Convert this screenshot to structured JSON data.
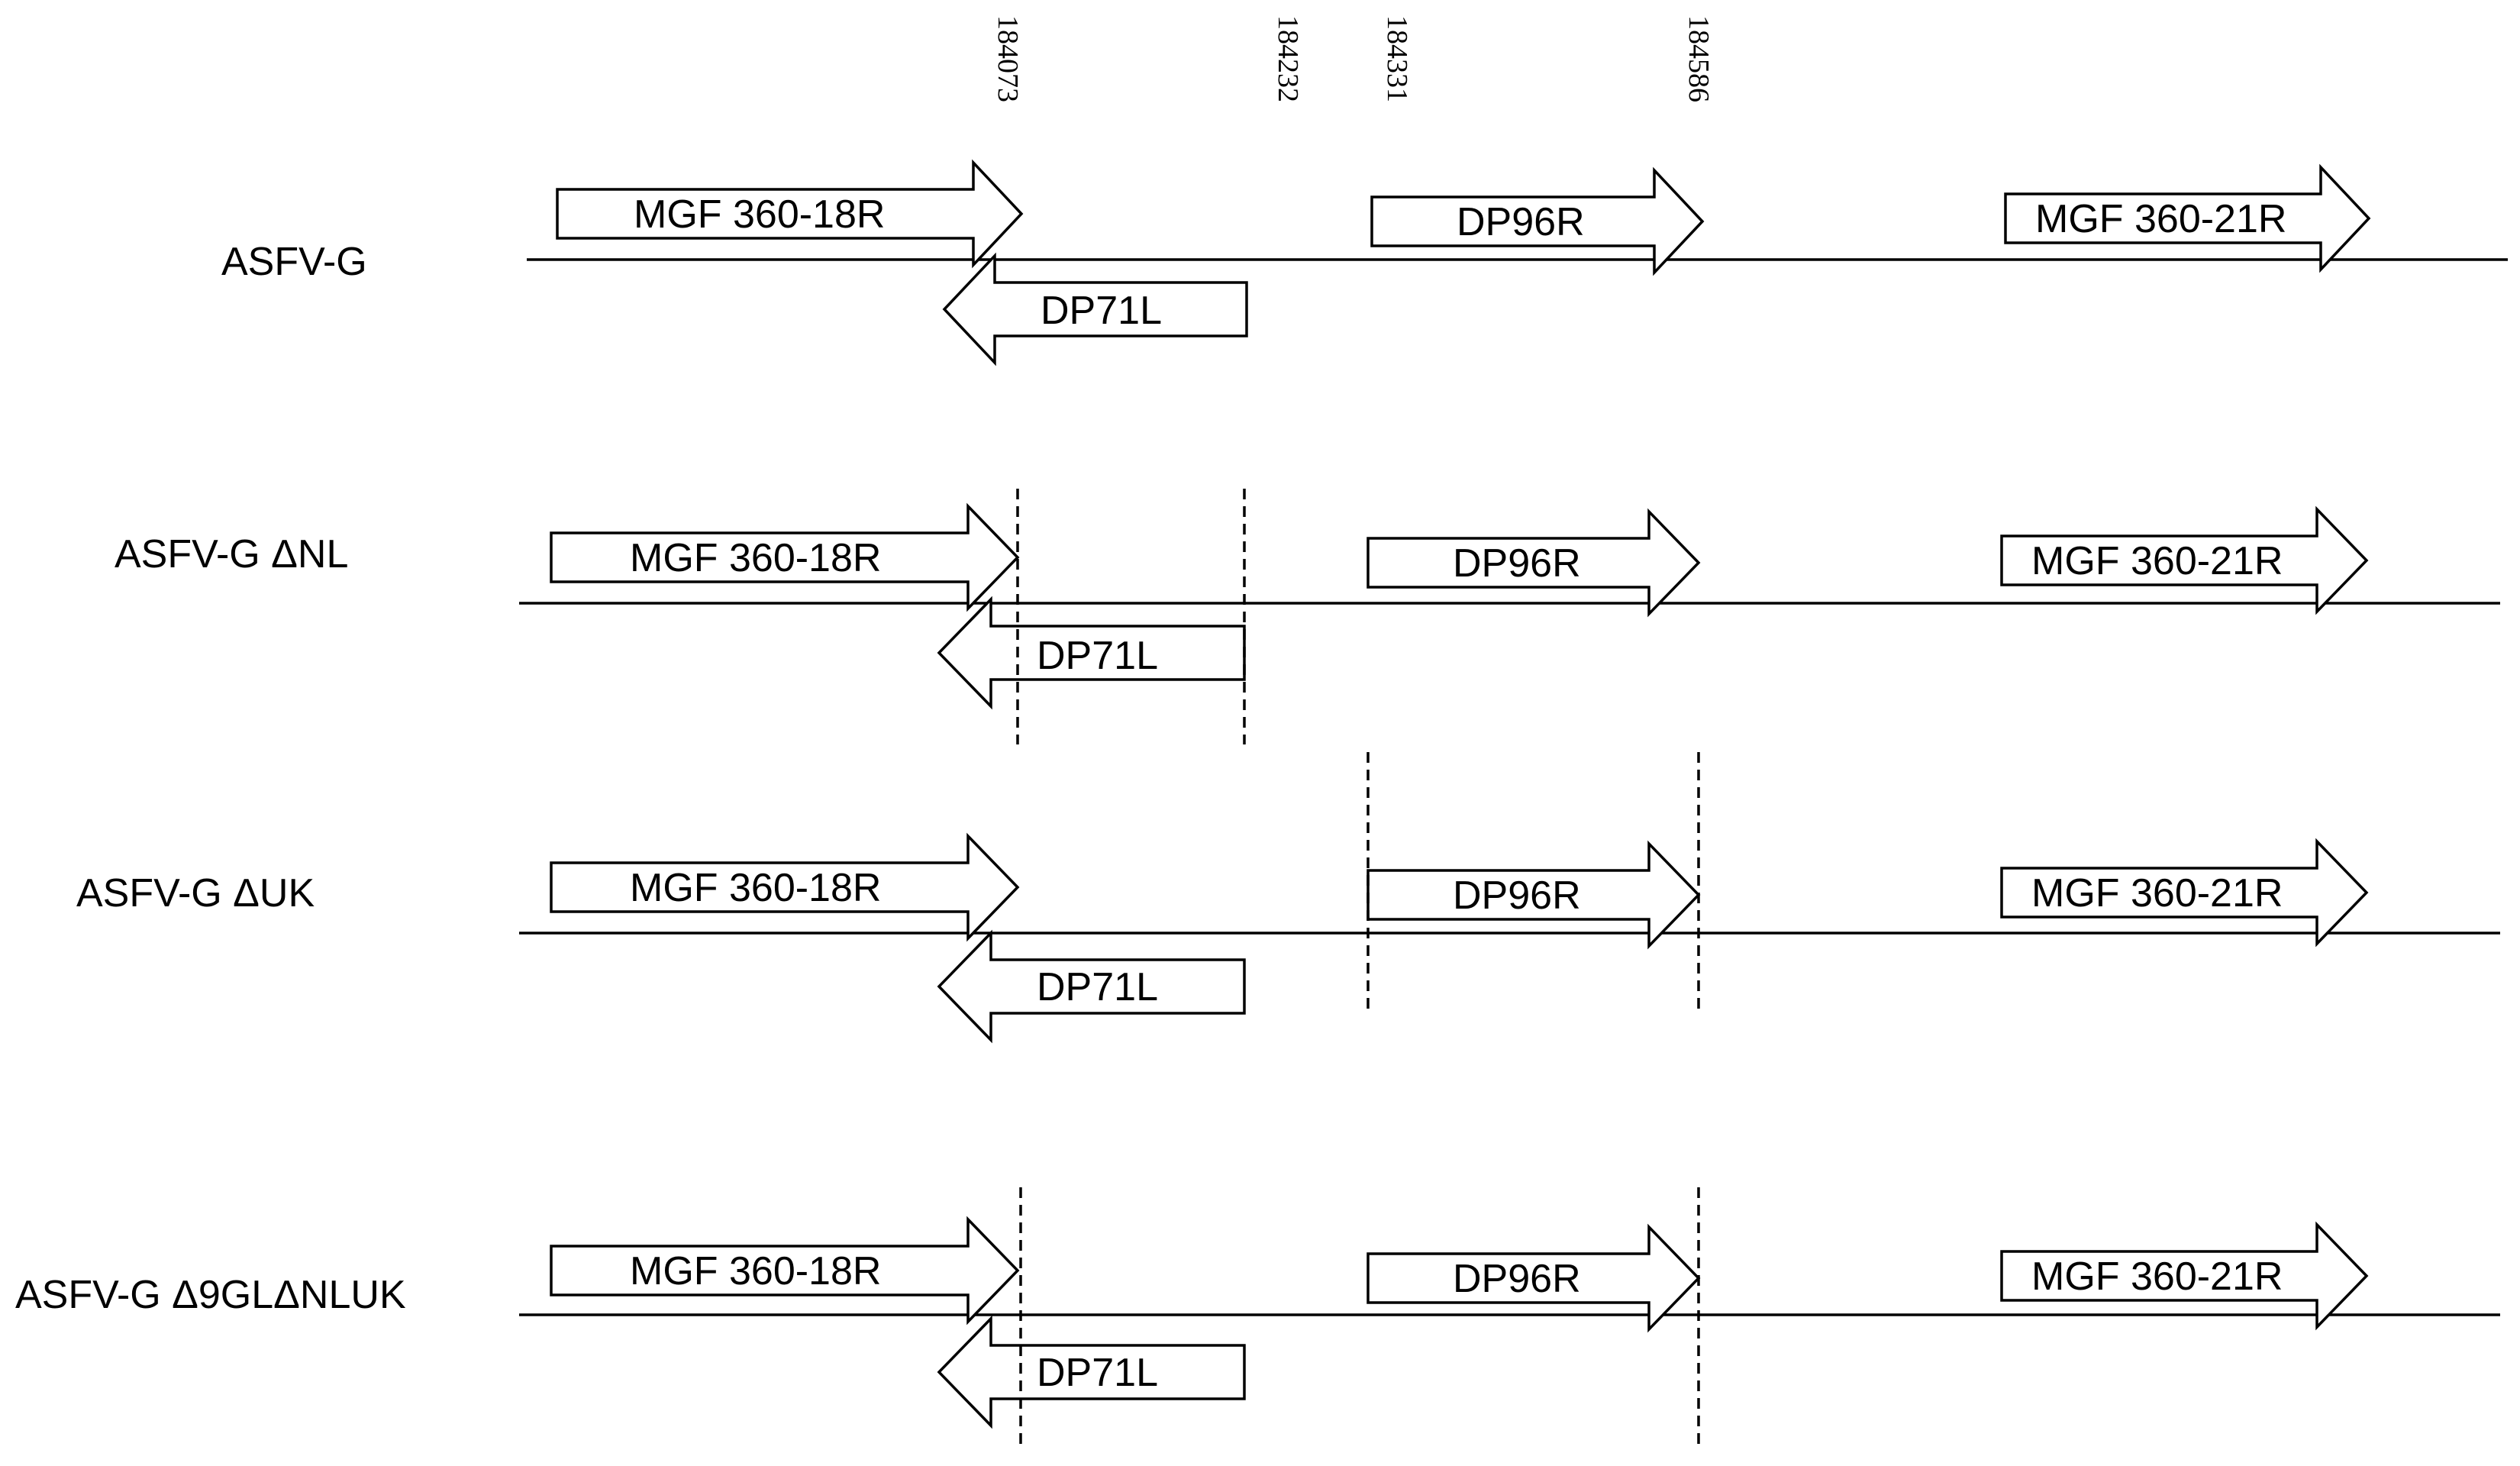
{
  "coordinates": [
    "184073",
    "184232",
    "184331",
    "184586"
  ],
  "genes": {
    "mgf18r": "MGF 360-18R",
    "dp71l": "DP71L",
    "dp96r": "DP96R",
    "mgf21r": "MGF 360-21R"
  },
  "strains": [
    {
      "label": "ASFV-G",
      "deleted_genes": []
    },
    {
      "label": "ASFV-G ΔNL",
      "deleted_genes": [
        "DP71L"
      ]
    },
    {
      "label": "ASFV-G ΔUK",
      "deleted_genes": [
        "DP96R"
      ]
    },
    {
      "label": "ASFV-G Δ9GLΔNLUK",
      "deleted_genes": [
        "DP71L",
        "DP96R"
      ]
    }
  ],
  "colors": {
    "stroke": "#000000",
    "fill": "#ffffff"
  }
}
